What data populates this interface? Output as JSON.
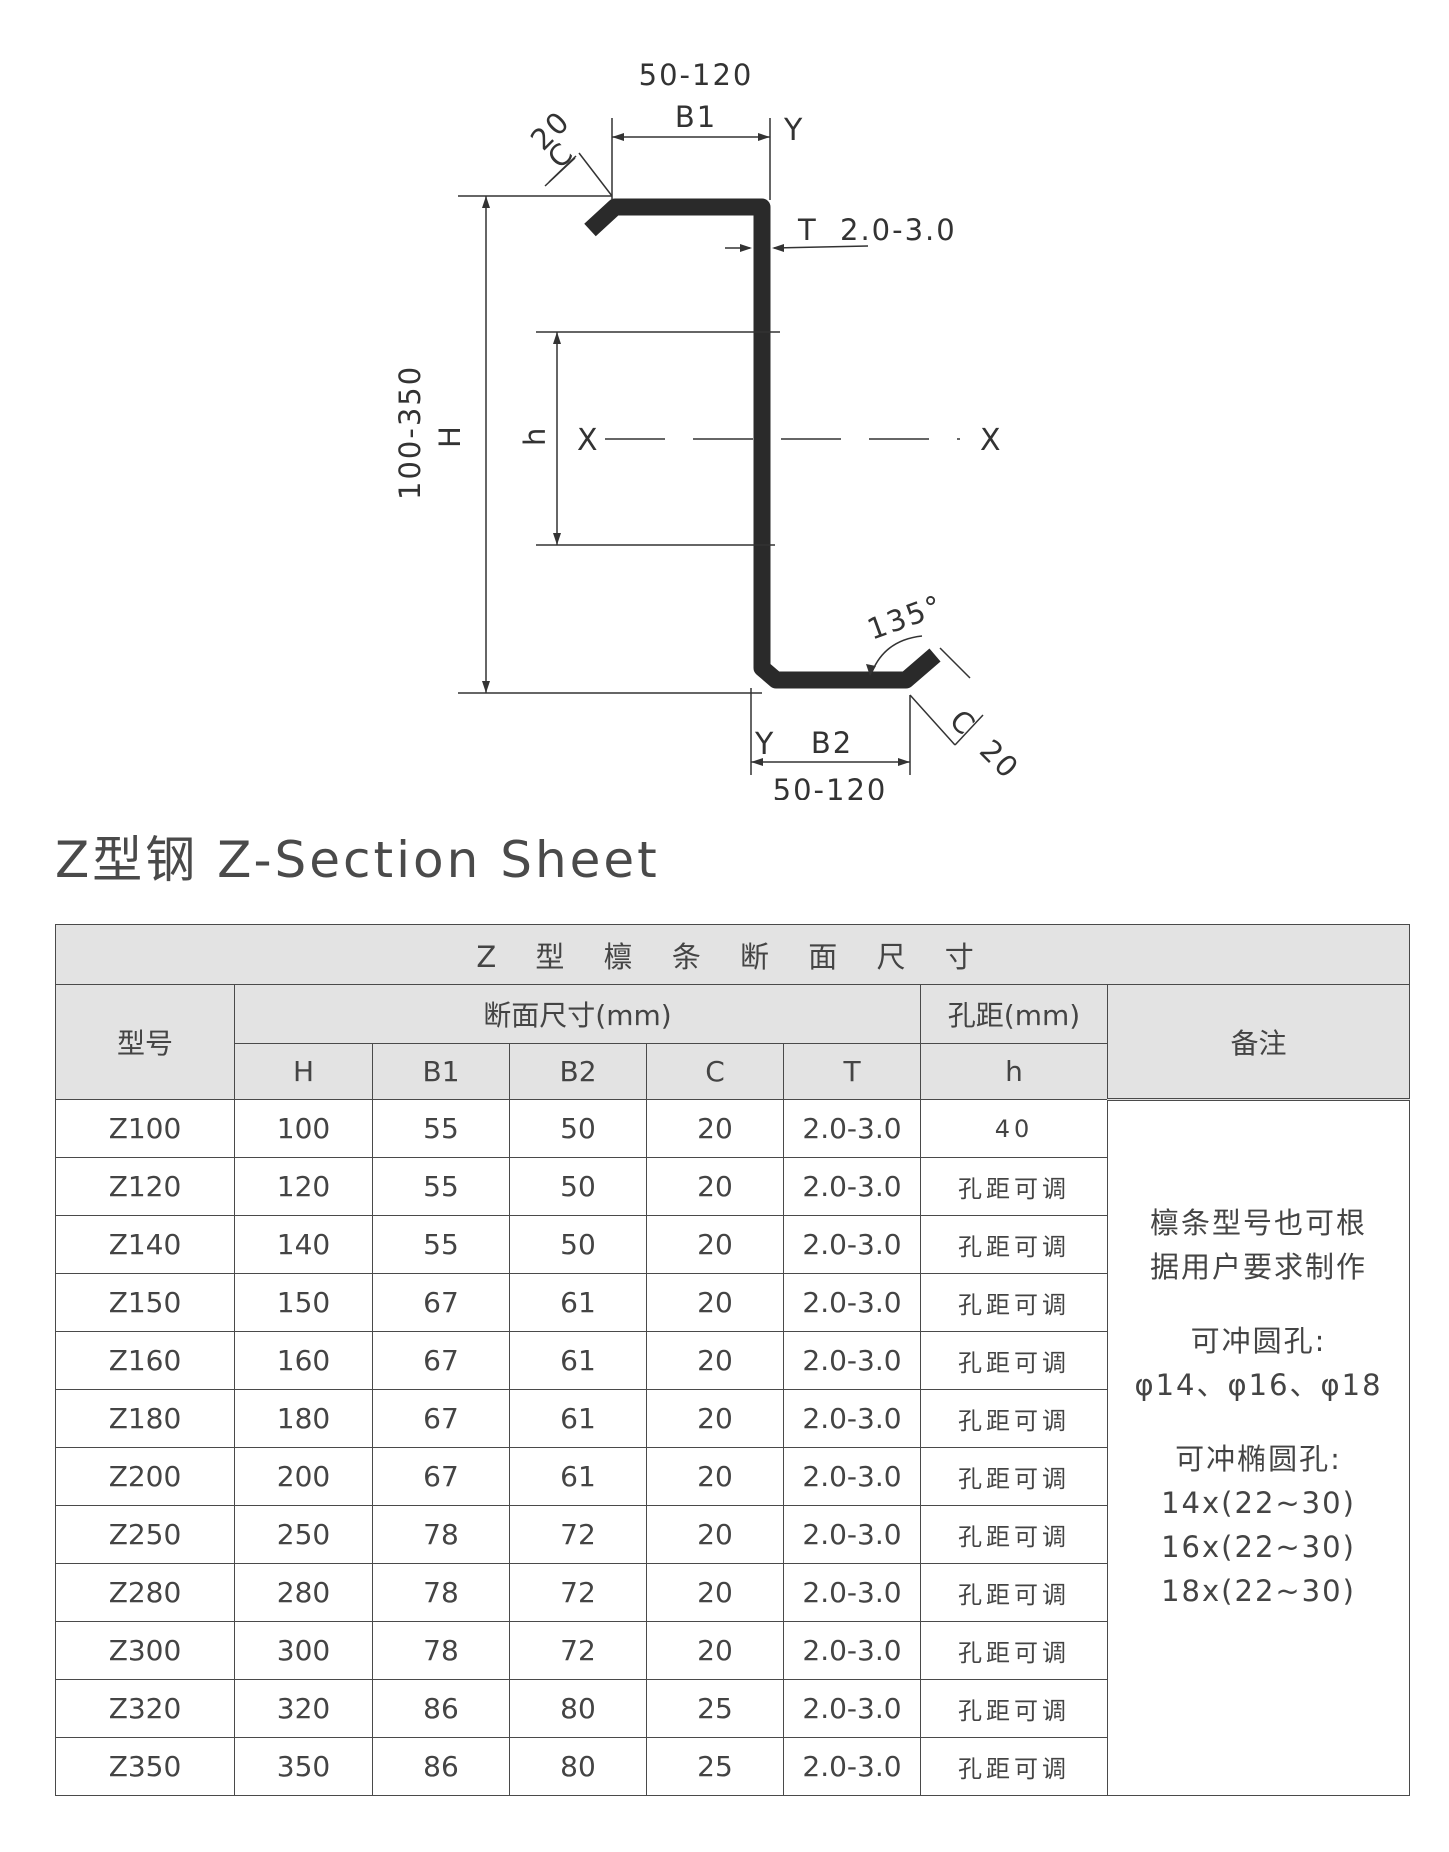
{
  "diagram": {
    "top_width_range": "50-120",
    "bottom_width_range": "50-120",
    "b1_label": "B1",
    "b2_label": "B2",
    "y_axis_top": "Y",
    "y_axis_bottom": "Y",
    "thickness_label": "T",
    "thickness_range": "2.0-3.0",
    "lip_top_value": "20",
    "lip_top_label": "C",
    "lip_bottom_value": "20",
    "lip_bottom_label": "C",
    "height_range": "100-350",
    "height_label": "H",
    "hole_label": "h",
    "x_axis_left": "X",
    "x_axis_right": "X",
    "angle_label": "135°"
  },
  "page_title": "Z型钢 Z-Section Sheet",
  "table": {
    "title": "Z 型 檩 条 断 面 尺 寸",
    "col_model": "型号",
    "col_section_dims": "断面尺寸(mm)",
    "col_hole_spacing": "孔距(mm)",
    "col_hole_symbol": "h",
    "col_notes": "备注",
    "sub_cols": [
      "H",
      "B1",
      "B2",
      "C",
      "T"
    ],
    "rows": [
      {
        "model": "Z100",
        "H": "100",
        "B1": "55",
        "B2": "50",
        "C": "20",
        "T": "2.0-3.0",
        "hole": "40"
      },
      {
        "model": "Z120",
        "H": "120",
        "B1": "55",
        "B2": "50",
        "C": "20",
        "T": "2.0-3.0",
        "hole": "孔距可调"
      },
      {
        "model": "Z140",
        "H": "140",
        "B1": "55",
        "B2": "50",
        "C": "20",
        "T": "2.0-3.0",
        "hole": "孔距可调"
      },
      {
        "model": "Z150",
        "H": "150",
        "B1": "67",
        "B2": "61",
        "C": "20",
        "T": "2.0-3.0",
        "hole": "孔距可调"
      },
      {
        "model": "Z160",
        "H": "160",
        "B1": "67",
        "B2": "61",
        "C": "20",
        "T": "2.0-3.0",
        "hole": "孔距可调"
      },
      {
        "model": "Z180",
        "H": "180",
        "B1": "67",
        "B2": "61",
        "C": "20",
        "T": "2.0-3.0",
        "hole": "孔距可调"
      },
      {
        "model": "Z200",
        "H": "200",
        "B1": "67",
        "B2": "61",
        "C": "20",
        "T": "2.0-3.0",
        "hole": "孔距可调"
      },
      {
        "model": "Z250",
        "H": "250",
        "B1": "78",
        "B2": "72",
        "C": "20",
        "T": "2.0-3.0",
        "hole": "孔距可调"
      },
      {
        "model": "Z280",
        "H": "280",
        "B1": "78",
        "B2": "72",
        "C": "20",
        "T": "2.0-3.0",
        "hole": "孔距可调"
      },
      {
        "model": "Z300",
        "H": "300",
        "B1": "78",
        "B2": "72",
        "C": "20",
        "T": "2.0-3.0",
        "hole": "孔距可调"
      },
      {
        "model": "Z320",
        "H": "320",
        "B1": "86",
        "B2": "80",
        "C": "25",
        "T": "2.0-3.0",
        "hole": "孔距可调"
      },
      {
        "model": "Z350",
        "H": "350",
        "B1": "86",
        "B2": "80",
        "C": "25",
        "T": "2.0-3.0",
        "hole": "孔距可调"
      }
    ],
    "notes": {
      "line1": "檩条型号也可根",
      "line2": "据用户要求制作",
      "line3": "可冲圆孔:",
      "line4": "φ14、φ16、φ18",
      "line5": "可冲椭圆孔:",
      "line6": "14x(22~30)",
      "line7": "16x(22~30)",
      "line8": "18x(22~30)"
    }
  }
}
